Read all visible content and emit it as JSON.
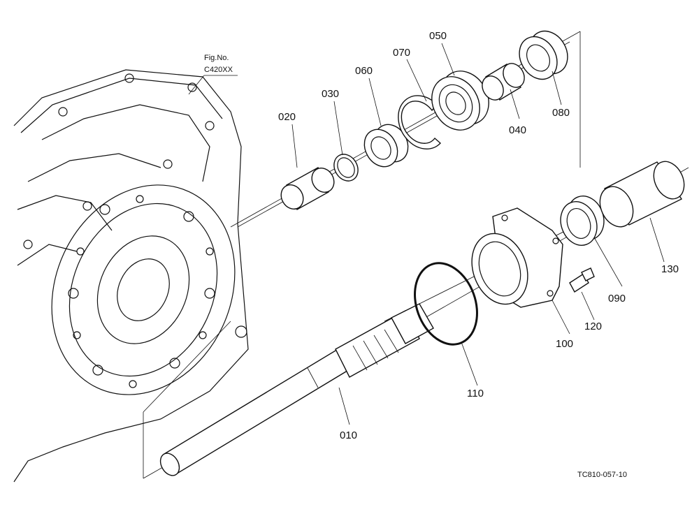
{
  "figure": {
    "fig_caption": "Fig.No.",
    "fig_ref": "C420XX",
    "drawing_code": "TC810-057-10"
  },
  "parts": [
    {
      "id": "p010",
      "label": "010"
    },
    {
      "id": "p020",
      "label": "020"
    },
    {
      "id": "p030",
      "label": "030"
    },
    {
      "id": "p040",
      "label": "040"
    },
    {
      "id": "p050",
      "label": "050"
    },
    {
      "id": "p060",
      "label": "060"
    },
    {
      "id": "p070",
      "label": "070"
    },
    {
      "id": "p080",
      "label": "080"
    },
    {
      "id": "p090",
      "label": "090"
    },
    {
      "id": "p100",
      "label": "100"
    },
    {
      "id": "p110",
      "label": "110"
    },
    {
      "id": "p120",
      "label": "120"
    },
    {
      "id": "p130",
      "label": "130"
    }
  ]
}
